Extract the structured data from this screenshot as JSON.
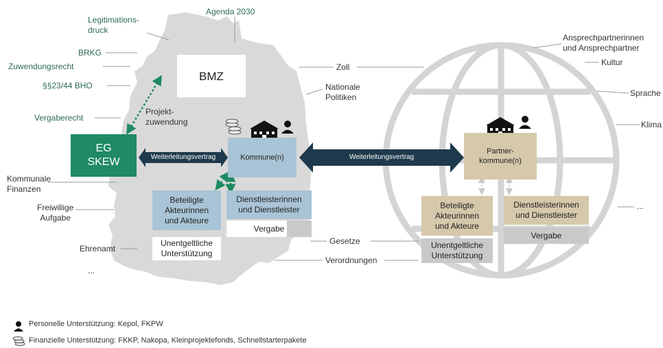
{
  "left_labels": {
    "legitimation": "Legitimations-\ndruck",
    "agenda": "Agenda 2030",
    "brkg": "BRKG",
    "zuwendungsrecht": "Zuwendungsrecht",
    "bho": "§§23/44 BHO",
    "vergaberecht": "Vergaberecht",
    "kommunale_finanzen": "Kommunale\nFinanzen",
    "freiwillige_aufgabe": "Freiwillige\nAufgabe",
    "ehrenamt": "Ehrenamt",
    "ellipsis": "..."
  },
  "middle_labels": {
    "zoll": "Zoll",
    "nationale_politiken": "Nationale\nPolitiken",
    "gesetze": "Gesetze",
    "verordnungen": "Verordnungen"
  },
  "right_labels": {
    "ansprechpartner": "Ansprechpartnerinnen\nund Ansprechpartner",
    "kultur": "Kultur",
    "sprache": "Sprache",
    "klima": "Klima",
    "ellipsis": "..."
  },
  "boxes": {
    "bmz": "BMZ",
    "projekt": "Projekt-\nzuwendung",
    "eg_skew": "EG\nSKEW",
    "weiterleitung_left": "Weiterleitungsvertrag",
    "kommune": "Kommune(n)",
    "weiterleitung_right": "Weiterleitungsvertrag",
    "partner": "Partner-\nkommune(n)",
    "akteure_left": "Beteiligte\nAkteurinnen\nund Akteure",
    "dienst_left": "Dienstleisterinnen\nund Dienstleister",
    "vergabe_left": "Vergabe",
    "unentgelt_left": "Unentgeltliche\nUnterstützung",
    "akteure_right": "Beteiligte\nAkteurinnen\nund Akteure",
    "dienst_right": "Dienstleisterinnen\nund Dienstleister",
    "vergabe_right": "Vergabe",
    "unentgelt_right": "Unentgeltliche\nUnterstützung"
  },
  "legend": {
    "personell": "Personelle Unterstützung: Kepol, FKPW",
    "finanziell": "Finanzielle Unterstützung: FKKP, Nakopa, Kleinprojektefonds, Schnellstarterpakete"
  },
  "colors": {
    "green_label": "#2e6b4f",
    "eg_skew": "#1f8a63",
    "kommune_blue": "#a9c4d6",
    "arrow_dark": "#1e3a4c",
    "partner_beige": "#d6c8aa",
    "map_gray": "#d9d9d9",
    "globe_gray": "#d4d4d4"
  }
}
